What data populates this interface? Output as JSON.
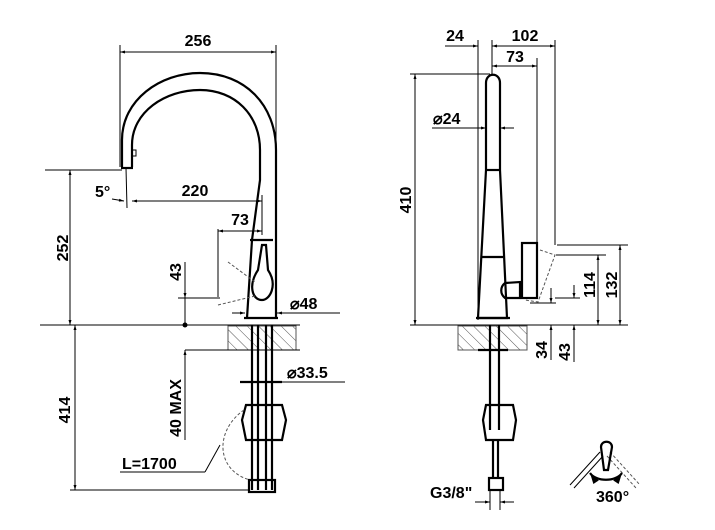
{
  "front_view": {
    "dim_width": "256",
    "dim_reach": "220",
    "dim_angle": "5°",
    "dim_handle": "73",
    "dim_height": "252",
    "dim_handle_lift": "43",
    "dim_base_diameter": "⌀48",
    "dim_below_deck": "414",
    "dim_deck_max": "40 MAX",
    "dim_hole_diameter": "⌀33.5",
    "hose_length": "L=1700"
  },
  "side_view": {
    "dim_24": "24",
    "dim_102": "102",
    "dim_73": "73",
    "dim_height": "410",
    "dim_tube_diameter": "⌀24",
    "dim_132": "132",
    "dim_114": "114",
    "dim_34": "34",
    "dim_43": "43",
    "thread": "G3/8\""
  },
  "rotation": {
    "label": "360°"
  },
  "colors": {
    "line": "#000000",
    "hatch": "#555555"
  }
}
